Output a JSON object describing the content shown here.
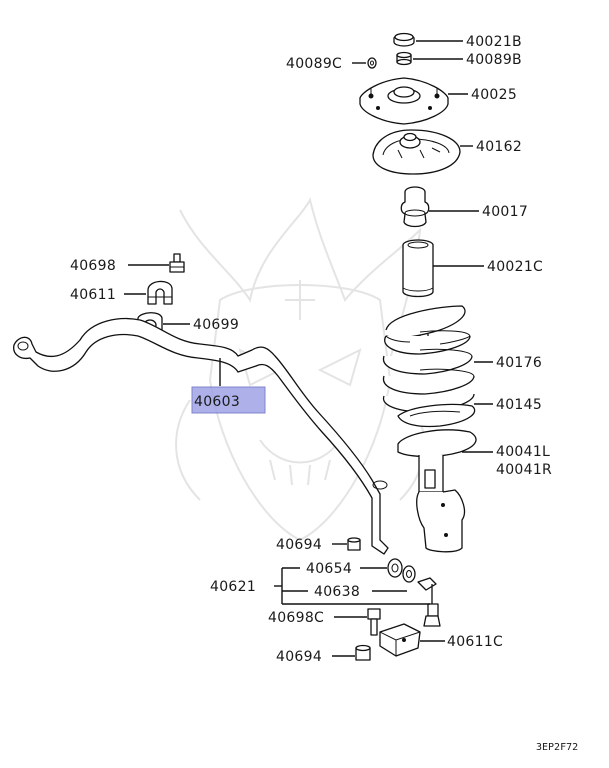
{
  "parts": {
    "p40021B": "40021B",
    "p40089B": "40089B",
    "p40089C": "40089C",
    "p40025": "40025",
    "p40162": "40162",
    "p40017": "40017",
    "p40021C": "40021C",
    "p40698": "40698",
    "p40611": "40611",
    "p40699": "40699",
    "p40603": "40603",
    "p40176": "40176",
    "p40145": "40145",
    "p40041L": "40041L",
    "p40041R": "40041R",
    "p40694a": "40694",
    "p40654": "40654",
    "p40621": "40621",
    "p40638": "40638",
    "p40698C": "40698C",
    "p40611C": "40611C",
    "p40694b": "40694"
  },
  "diagram_code": "3EP2F72",
  "highlight_color": "#9fa3e6"
}
